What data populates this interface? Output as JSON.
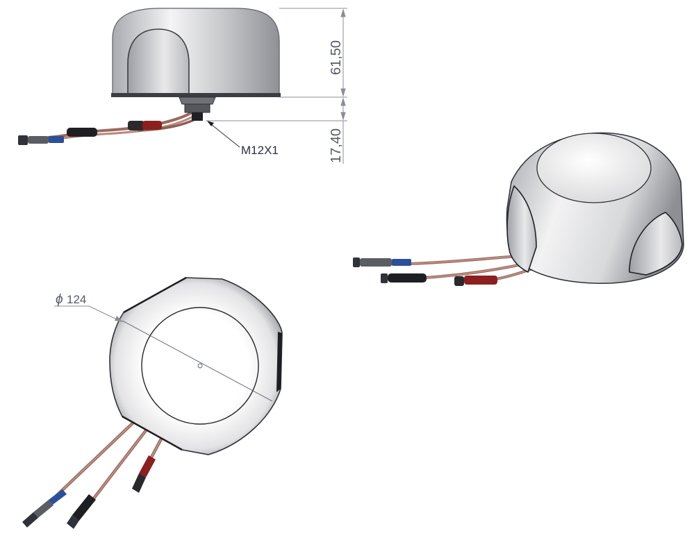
{
  "dimensions": {
    "height_dome": "61,50",
    "height_mount": "17,40",
    "diameter": "124",
    "diameter_symbol": "ϕ",
    "thread": "M12X1"
  }
}
